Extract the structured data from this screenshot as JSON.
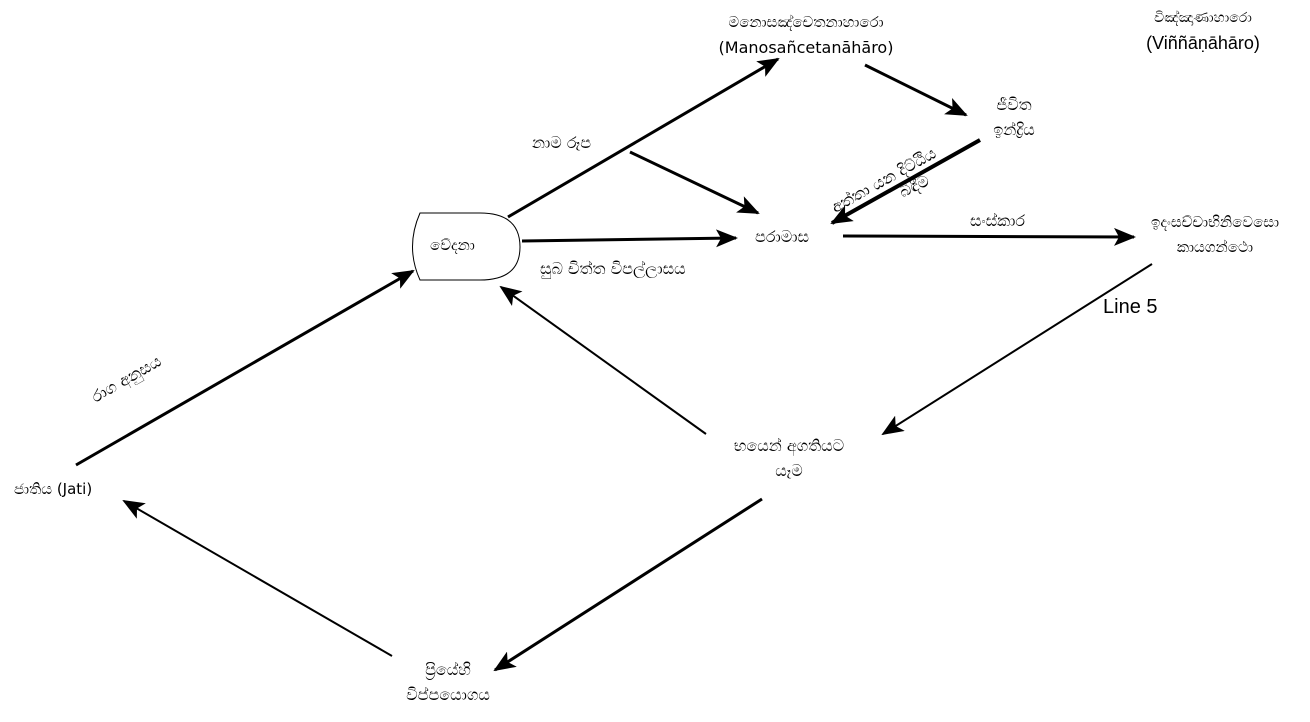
{
  "nodes": {
    "manosancetana": {
      "line1": "මනොසඤ්චෙතනාහාරො",
      "line2": "(Manosañcetanāhāro)"
    },
    "vinnana": {
      "line1": "විඤ්ඤාණාහාරො",
      "line2": "(Viññāṇāhāro)"
    },
    "jivita": {
      "line1": "ජීවිත",
      "line2": "ඉන්ද්‍රිය"
    },
    "nama_rupa": {
      "label": "නාම රූප"
    },
    "vedana": {
      "label": "වේදනා"
    },
    "paramasa": {
      "label": "පරාමාස"
    },
    "idam": {
      "line1": "ඉදංසච්චාභිනිවෙසො",
      "line2": "කායගන්ථො"
    },
    "bhaya": {
      "line1": "භයෙන් අගතියට",
      "line2": "යෑම"
    },
    "jati": {
      "label": "ජාතිය (Jati)"
    },
    "priya": {
      "line1": "ප්‍රියේහි",
      "line2": "විප්පයොගය"
    }
  },
  "edge_labels": {
    "raga": "රාග අනුසය",
    "subha": "සුබ චිත්ත විපල්ලාසය",
    "samskara": "සංස්කාර",
    "atta": "අත්තා යන දිට්ඨිය",
    "atta2": "බිඳීම",
    "line5": "Line 5"
  },
  "colors": {
    "ink": "#000000",
    "background": "#ffffff"
  }
}
